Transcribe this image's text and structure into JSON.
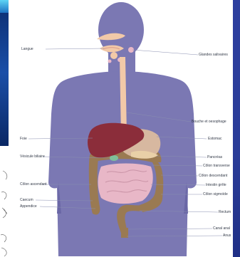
{
  "labels_left": {
    "langue": "Langue",
    "foie": "Foie",
    "vesicule": "Vésicule biliaire",
    "colon_ascendant": "Côlon ascendant",
    "caecum": "Caecum",
    "appendice": "Appendice"
  },
  "labels_right": {
    "glandes": "Glandes salivaires",
    "bouche": "Bouche et oesophage",
    "estomac": "Estomac",
    "pancreas": "Pancréas",
    "colon_transverse": "Côlon transverse",
    "colon_descendant": "Côlon descendant",
    "intestin_grele": "Intestin grêle",
    "colon_sigmoide": "Côlon sigmoïde",
    "rectum": "Rectum",
    "canal_anal": "Canal anal",
    "anus": "Anus"
  },
  "colors": {
    "body": "#7b78b3",
    "body_dark": "#6a67a6",
    "esophagus": "#f2c9a8",
    "liver": "#8b2d3a",
    "stomach": "#d7b8a0",
    "colon": "#9a7a52",
    "small_intestine": "#e8b7c7",
    "gallbladder": "#7fbf9a"
  }
}
